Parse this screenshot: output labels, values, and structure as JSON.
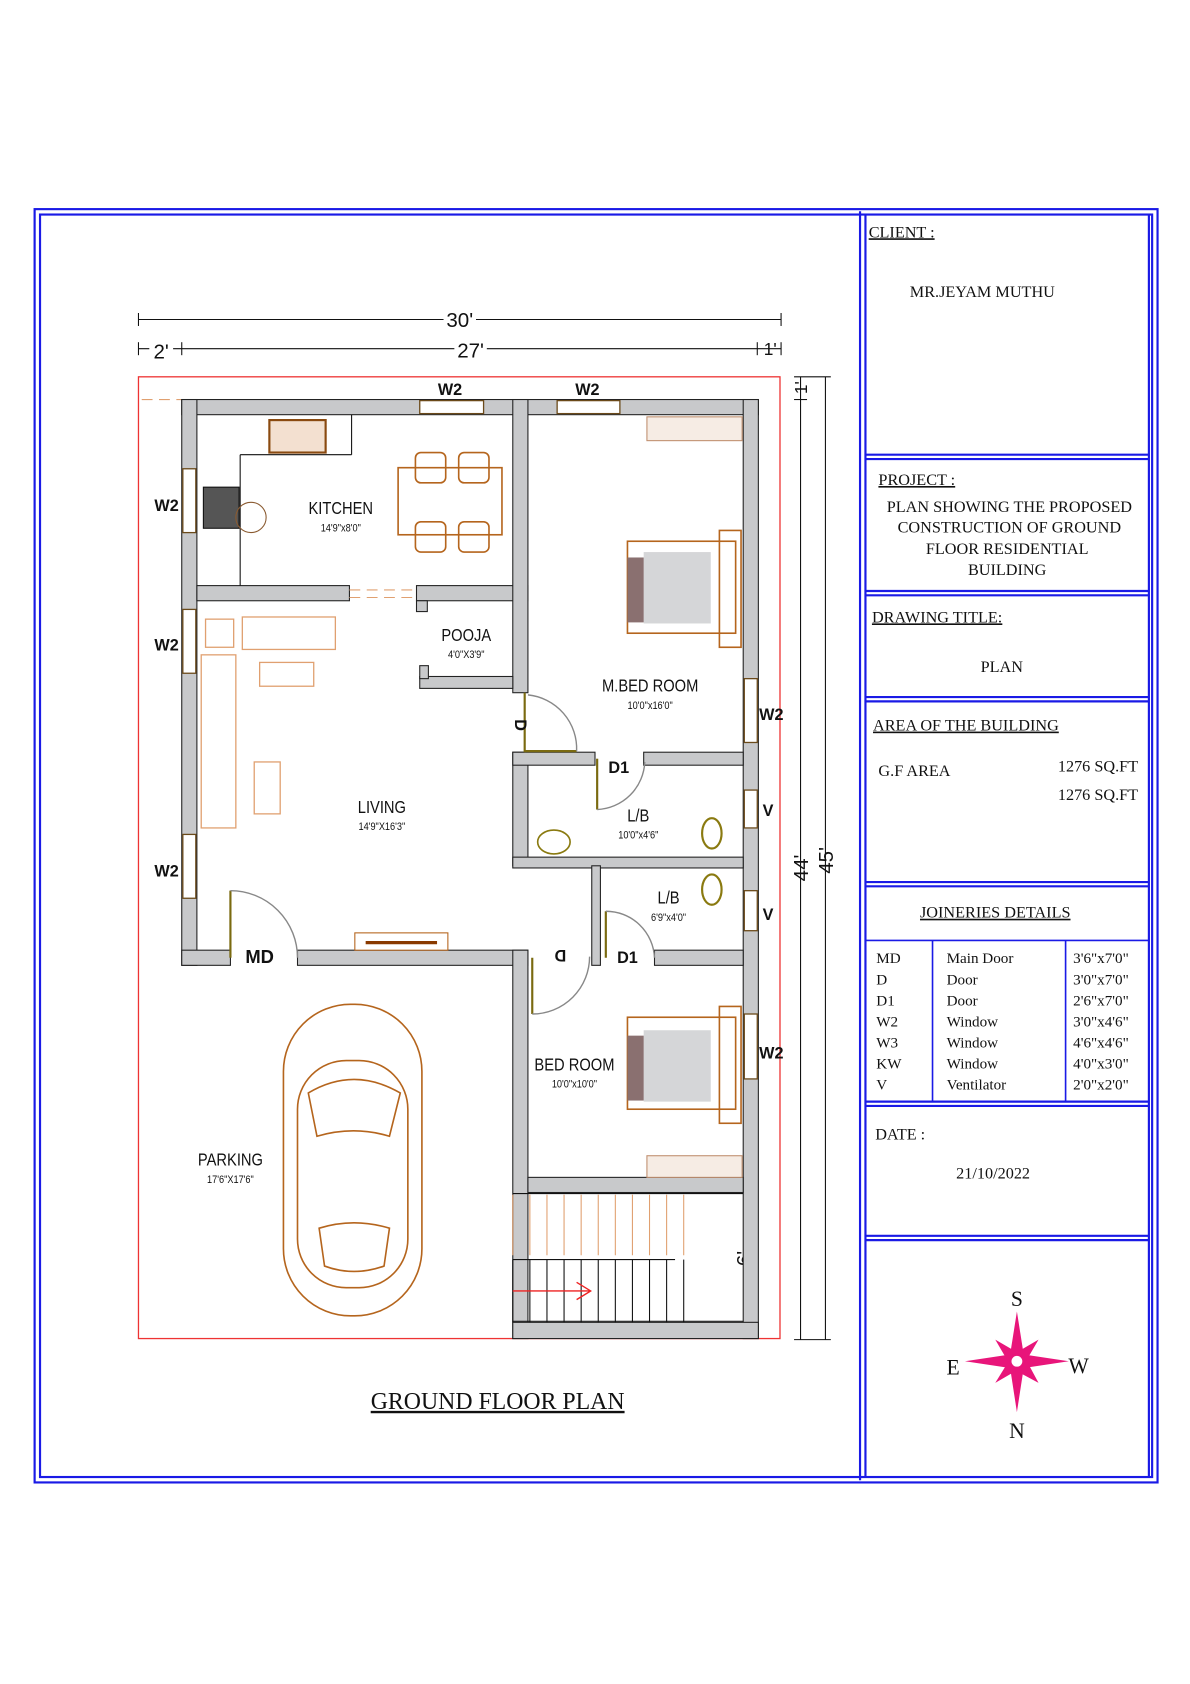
{
  "plan": {
    "title": "GROUND FLOOR PLAN",
    "dimensions": {
      "overall_width": "30'",
      "inner_width": "27'",
      "left_setback": "2'",
      "right_setback": "1'",
      "top_setback": "1'",
      "inner_length": "44'",
      "overall_length": "45'",
      "stair_length": "6'"
    },
    "rooms": [
      {
        "name": "KITCHEN",
        "size": "14'9\"x8'0\""
      },
      {
        "name": "POOJA",
        "size": "4'0\"X3'9\""
      },
      {
        "name": "M.BED ROOM",
        "size": "10'0\"x16'0\""
      },
      {
        "name": "LIVING",
        "size": "14'9\"X16'3\""
      },
      {
        "name": "L/B",
        "size": "10'0\"x4'6\""
      },
      {
        "name": "L/B",
        "size": "6'9\"x4'0\""
      },
      {
        "name": "BED ROOM",
        "size": "10'0\"x10'0\""
      },
      {
        "name": "PARKING",
        "size": "17'6\"X17'6\""
      }
    ],
    "tags": {
      "w2": "W2",
      "v": "V",
      "d": "D",
      "d1": "D1",
      "md": "MD"
    }
  },
  "title_block": {
    "client_label": "CLIENT :",
    "client_name": "MR.JEYAM MUTHU",
    "project_label": "PROJECT :",
    "project_lines": [
      "PLAN SHOWING THE PROPOSED",
      "CONSTRUCTION OF GROUND",
      "FLOOR RESIDENTIAL",
      "BUILDING"
    ],
    "drawing_title_label": "DRAWING TITLE:",
    "drawing_title": "PLAN",
    "area_label": "AREA OF THE BUILDING",
    "gf_area_label": "G.F AREA",
    "gf_area_value": "1276 SQ.FT",
    "total_area_value": "1276 SQ.FT",
    "joineries_label": "JOINERIES DETAILS",
    "joineries": [
      {
        "code": "MD",
        "type": "Main Door",
        "size": "3'6\"x7'0\""
      },
      {
        "code": "D",
        "type": "Door",
        "size": "3'0\"x7'0\""
      },
      {
        "code": "D1",
        "type": "Door",
        "size": "2'6\"x7'0\""
      },
      {
        "code": "W2",
        "type": "Window",
        "size": "3'0\"x4'6\""
      },
      {
        "code": "W3",
        "type": "Window",
        "size": "4'6\"x4'6\""
      },
      {
        "code": "KW",
        "type": "Window",
        "size": "4'0\"x3'0\""
      },
      {
        "code": "V",
        "type": "Ventilator",
        "size": "2'0\"x2'0\""
      }
    ],
    "date_label": "DATE :",
    "date": "21/10/2022",
    "compass": {
      "n": "N",
      "s": "S",
      "e": "E",
      "w": "W",
      "color": "#e8157a"
    }
  }
}
